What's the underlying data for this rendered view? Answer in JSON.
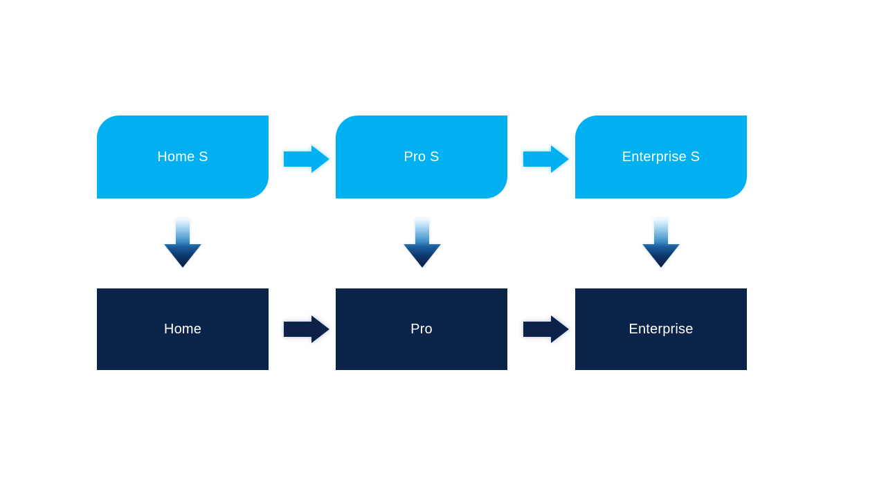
{
  "colors": {
    "background": "#ffffff",
    "top_box": "#00b0f0",
    "bottom_box": "#0a2449",
    "label_text": "#ffffff",
    "light_arrow": "#00b0f0",
    "dark_arrow": "#0a2449",
    "light_arrow_glow": "#8fd9f8",
    "dark_arrow_glow": "#9fb0c5",
    "down_arrow_glow": "#aac8e4",
    "down_arrow_gradient": [
      "#f4fafe",
      "#aad6f1",
      "#4493cc",
      "#1b5c9c",
      "#0c3466",
      "#051d42"
    ]
  },
  "diagram": {
    "columns": [
      {
        "top_label": "Home S",
        "bottom_label": "Home"
      },
      {
        "top_label": "Pro S",
        "bottom_label": "Pro"
      },
      {
        "top_label": "Enterprise S",
        "bottom_label": "Enterprise"
      }
    ]
  }
}
